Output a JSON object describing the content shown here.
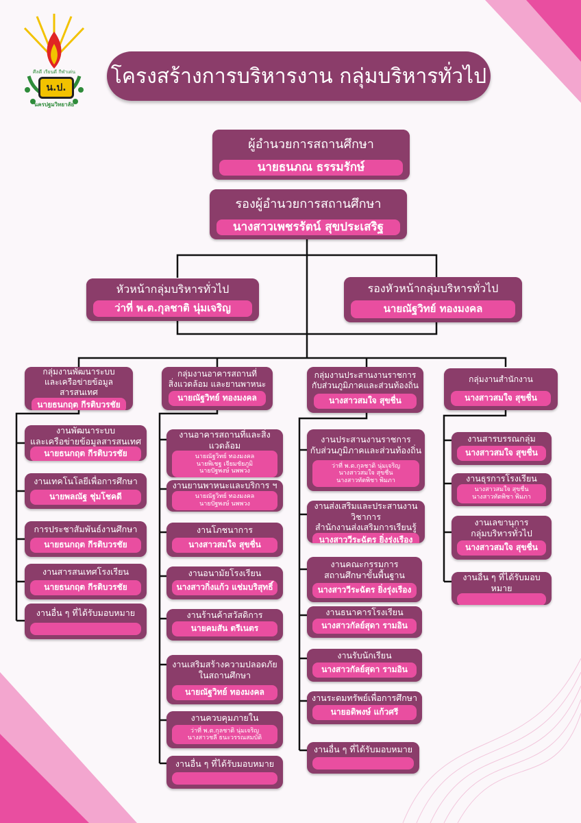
{
  "title": "โครงสร้างการบริหารงาน กลุ่มบริหารทั่วไป",
  "logo": {
    "motto": "ศีลดี เรียนดี กีฬาเด่น",
    "initials": "น.ป.",
    "school": "นครปฐมวิทยาลัย"
  },
  "colors": {
    "header": "#8b3d6a",
    "name": "#e94ea0",
    "line": "#111111"
  },
  "director": {
    "title": "ผู้อำนวยการสถานศึกษา",
    "names": [
      "นายธนภณ ธรรมรักษ์"
    ]
  },
  "deputy_director": {
    "title": "รองผู้อำนวยการสถานศึกษา",
    "names": [
      "นางสาวเพชรรัตน์ สุขประเสริฐ"
    ]
  },
  "group_head": {
    "title": "หัวหน้ากลุ่มบริหารทั่วไป",
    "names": [
      "ว่าที่ พ.ต.กุลชาติ นุ่มเจริญ"
    ]
  },
  "group_deputy": {
    "title": "รองหัวหน้ากลุ่มบริหารทั่วไป",
    "names": [
      "นายณัฐวิทย์ ทองมงคล"
    ]
  },
  "columns": [
    {
      "title": "กลุ่มงานพัฒนาระบบ\nและเครือข่ายข้อมูลสารสนเทศ",
      "names": [
        "นายธนกฤต กีรติบวรชัย"
      ],
      "tasks": [
        {
          "title": "งานพัฒนาระบบ\nและเครือข่ายข้อมูลสารสนเทศ",
          "names": [
            "นายธนกฤต กีรติบวรชัย"
          ]
        },
        {
          "title": "งานเทคโนโลยีเพื่อการศึกษา",
          "names": [
            "นายพลณัฐ ชุ่มโชคดี"
          ]
        },
        {
          "title": "การประชาสัมพันธ์งานศึกษา",
          "names": [
            "นายธนกฤต กีรติบวรชัย"
          ]
        },
        {
          "title": "งานสารสนเทศโรงเรียน",
          "names": [
            "นายธนกฤต กีรติบวรชัย"
          ]
        },
        {
          "title": "งานอื่น ๆ ที่ได้รับมอบหมาย",
          "names": []
        }
      ]
    },
    {
      "title": "กลุ่มงานอาคารสถานที่\nสิ่งแวดล้อม และยานพาหนะ",
      "names": [
        "นายณัฐวิทย์ ทองมงคล"
      ],
      "tasks": [
        {
          "title": "งานอาคารสถานที่และสิ่งแวดล้อม",
          "names": [
            "นายณัฐวิทย์ ทองมงคล",
            "นายพิเชฐ เจียมชัยภูมิ",
            "นายปัฐพงษ์ นพพวง"
          ]
        },
        {
          "title": "งานยานพาหนะและบริการ ฯ",
          "names": [
            "นายณัฐวิทย์ ทองมงคล",
            "นายปัฐพงษ์ นพพวง"
          ]
        },
        {
          "title": "งานโภชนาการ",
          "names": [
            "นางสาวสมใจ สุขชื่น"
          ]
        },
        {
          "title": "งานอนามัยโรงเรียน",
          "names": [
            "นางสาวกิ่งแก้ว แช่มบริสุทธิ์"
          ]
        },
        {
          "title": "งานร้านค้าสวัสดิการ",
          "names": [
            "นายคมสัน ตรีเนตร"
          ]
        },
        {
          "title": "งานเสริมสร้างความปลอดภัย\nในสถานศึกษา",
          "names": [
            "นายณัฐวิทย์ ทองมงคล"
          ]
        },
        {
          "title": "งานควบคุมภายใน",
          "names": [
            "ว่าที่ พ.ต.กุลชาติ นุ่มเจริญ",
            "นางสาวชลี ธนะวรรณสมบัติ"
          ]
        },
        {
          "title": "งานอื่น ๆ ที่ได้รับมอบหมาย",
          "names": []
        }
      ]
    },
    {
      "title": "กลุ่มงานประสานงานราชการ\nกับส่วนภูมิภาคและส่วนท้องถิ่น",
      "names": [
        "นางสาวสมใจ สุขชื่น"
      ],
      "tasks": [
        {
          "title": "งานประสานงานราชการ\nกับส่วนภูมิภาคและส่วนท้องถิ่น",
          "names": [
            "ว่าที่ พ.ต.กุลชาติ นุ่มเจริญ",
            "นางสาวสมใจ สุขชื่น",
            "นางสาวทัตพิชา พิมภา"
          ]
        },
        {
          "title": "งานส่งเสริมและประสานงานวิชาการ\nสำนักงานส่งเสริมการเรียนรู้",
          "names": [
            "นางสาววีระฉัตร ยิ่งรุ่งเรือง"
          ]
        },
        {
          "title": "งานคณะกรรมการ\nสถานศึกษาขั้นพื้นฐาน",
          "names": [
            "นางสาววีระฉัตร ยิ่งรุ่งเรือง"
          ]
        },
        {
          "title": "งานธนาคารโรงเรียน",
          "names": [
            "นางสาวกัลย์สุดา รามอิน"
          ]
        },
        {
          "title": "งานรับนักเรียน",
          "names": [
            "นางสาวกัลย์สุดา รามอิน"
          ]
        },
        {
          "title": "งานระดมทรัพย์เพื่อการศึกษา",
          "names": [
            "นายอดิพงษ์ แก้วศรี"
          ]
        },
        {
          "title": "งานอื่น ๆ ที่ได้รับมอบหมาย",
          "names": []
        }
      ]
    },
    {
      "title": "กลุ่มงานสำนักงาน",
      "names": [
        "นางสาวสมใจ สุขชื่น"
      ],
      "tasks": [
        {
          "title": "งานสารบรรณกลุ่ม",
          "names": [
            "นางสาวสมใจ สุขชื่น"
          ]
        },
        {
          "title": "งานธุรการโรงเรียน",
          "names": [
            "นางสาวสมใจ สุขชื่น",
            "นางสาวทัตพิชา พิมภา"
          ]
        },
        {
          "title": "งานเลขานุการ\nกลุ่มบริหารทั่วไป",
          "names": [
            "นางสาวสมใจ สุขชื่น"
          ]
        },
        {
          "title": "งานอื่น ๆ ที่ได้รับมอบหมาย",
          "names": []
        }
      ]
    }
  ]
}
